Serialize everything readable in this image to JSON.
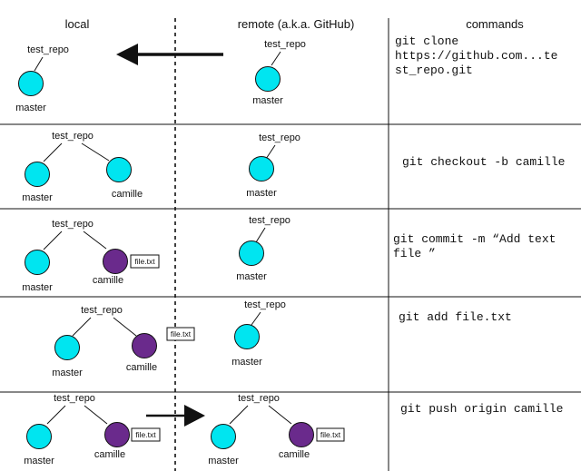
{
  "headers": {
    "local": "local",
    "remote": "remote (a.k.a. GitHub)",
    "commands": "commands"
  },
  "labels": {
    "repo": "test_repo",
    "master": "master",
    "camille": "camille",
    "file": "file.txt"
  },
  "colors": {
    "master_branch": "#00E5F0",
    "camille_branch": "#6A2A8C",
    "lines": "#111111",
    "background": "#ffffff"
  },
  "commands": [
    "git clone\nhttps://github.com...te\nst_repo.git",
    "git checkout -b camille",
    "git commit -m “Add text\nfile ”",
    "git add file.txt",
    "git push origin camille"
  ]
}
